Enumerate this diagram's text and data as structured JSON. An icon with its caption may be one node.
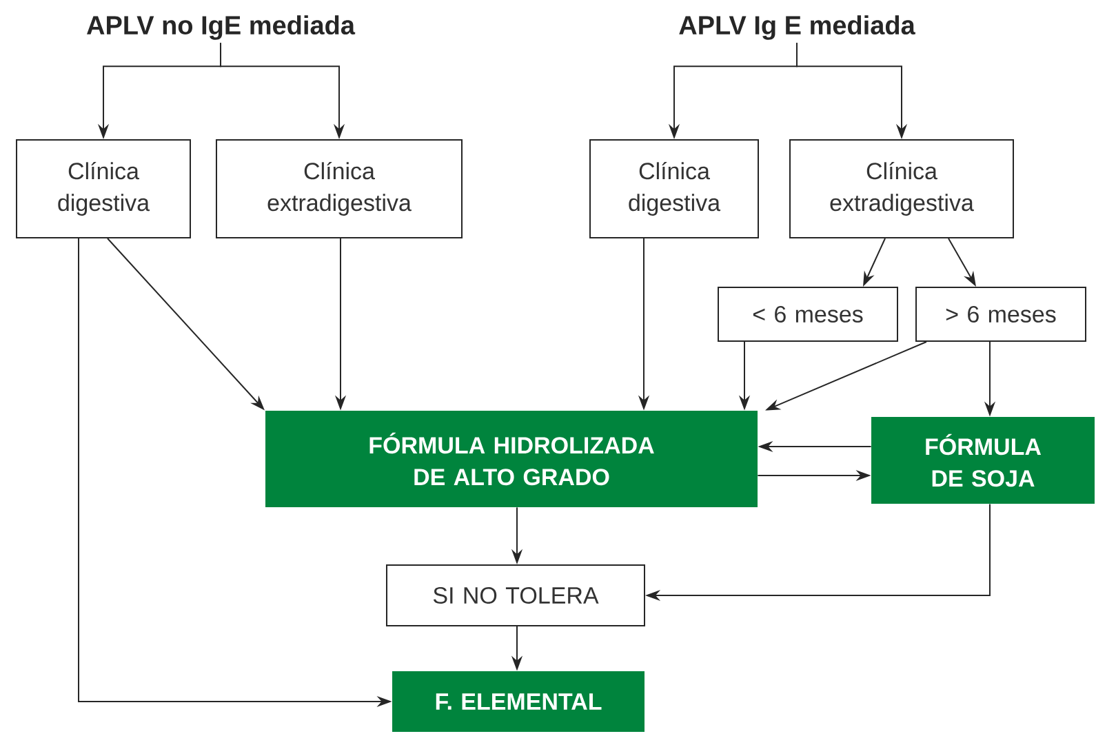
{
  "diagram": {
    "nodes": [
      {
        "text": [
          "APLV no IgE mediada"
        ]
      },
      {
        "text": [
          "APLV Ig E mediada"
        ]
      },
      {
        "text": [
          "Clínica digestiva"
        ]
      },
      {
        "text": [
          "Clínica extradigestiva"
        ]
      },
      {
        "text": [
          "Clínica digestiva"
        ]
      },
      {
        "text": [
          "Clínica extradigestiva"
        ]
      },
      {
        "text": [
          "< 6 meses"
        ]
      },
      {
        "text": [
          "> 6 meses"
        ]
      },
      {
        "text": [
          "FÓRMULA HIDROLIZADA DE ALTO GRADO"
        ]
      },
      {
        "text": [
          "FÓRMULA DE SOJA"
        ]
      },
      {
        "text": [
          "SI NO TOLERA"
        ]
      },
      {
        "text": [
          "F. ELEMENTAL"
        ]
      }
    ],
    "edges": [
      {
        "from": 0,
        "to": 2,
        "arrow": "to"
      },
      {
        "from": 0,
        "to": 3,
        "arrow": "to"
      },
      {
        "from": 1,
        "to": 4,
        "arrow": "to"
      },
      {
        "from": 1,
        "to": 5,
        "arrow": "to"
      },
      {
        "from": 5,
        "to": 6,
        "arrow": "to"
      },
      {
        "from": 5,
        "to": 7,
        "arrow": "to"
      },
      {
        "from": 2,
        "to": 8,
        "arrow": "to"
      },
      {
        "from": 3,
        "to": 8,
        "arrow": "to"
      },
      {
        "from": 4,
        "to": 8,
        "arrow": "to"
      },
      {
        "from": 6,
        "to": 8,
        "arrow": "to"
      },
      {
        "from": 7,
        "to": 8,
        "arrow": "to"
      },
      {
        "from": 7,
        "to": 9,
        "arrow": "to"
      },
      {
        "from": 9,
        "to": 8,
        "arrow": "to"
      },
      {
        "from": 8,
        "to": 9,
        "arrow": "to"
      },
      {
        "from": 8,
        "to": 10,
        "arrow": "to"
      },
      {
        "from": 9,
        "to": 10,
        "arrow": "to"
      },
      {
        "from": 10,
        "to": 11,
        "arrow": "to"
      },
      {
        "from": 2,
        "to": 11,
        "arrow": "to"
      }
    ]
  }
}
